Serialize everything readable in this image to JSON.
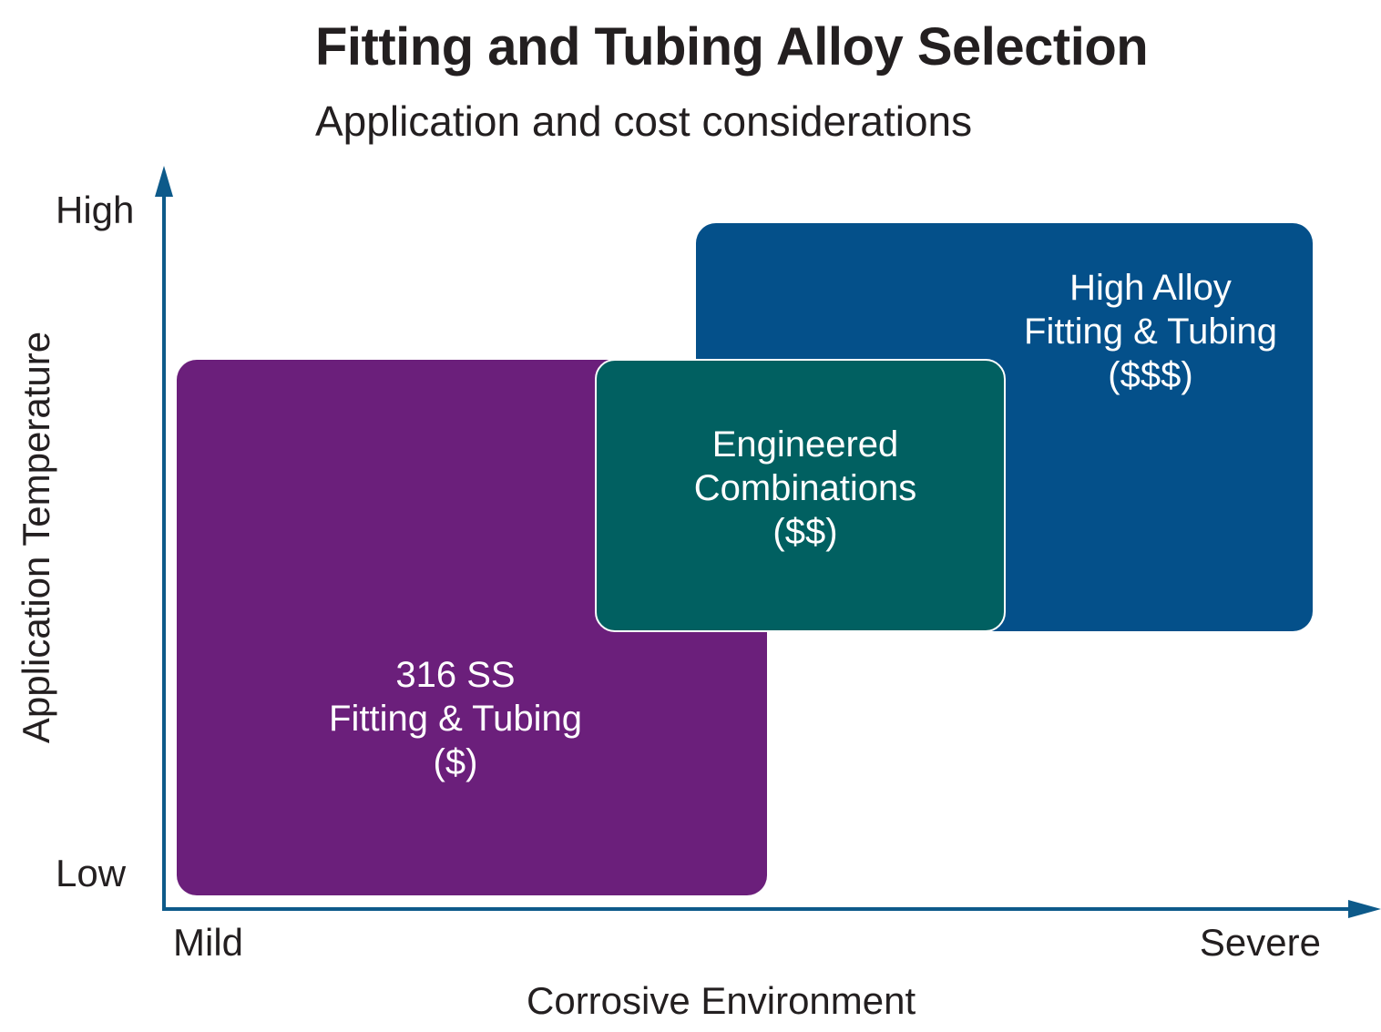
{
  "title": "Fitting and Tubing Alloy Selection",
  "subtitle": "Application and cost considerations",
  "axes": {
    "y_label": "Application Temperature",
    "y_high": "High",
    "y_low": "Low",
    "x_label": "Corrosive Environment",
    "x_mild": "Mild",
    "x_severe": "Severe",
    "color": "#0d5a8a"
  },
  "regions": [
    {
      "id": "316ss",
      "lines": [
        "316 SS",
        "Fitting & Tubing",
        "($)"
      ],
      "color": "#6b1f7b"
    },
    {
      "id": "high-alloy",
      "lines": [
        "High Alloy",
        "Fitting & Tubing",
        "($$$)"
      ],
      "color": "#04508a"
    },
    {
      "id": "engineered",
      "lines": [
        "Engineered",
        "Combinations",
        "($$)"
      ],
      "color": "#016061"
    }
  ]
}
